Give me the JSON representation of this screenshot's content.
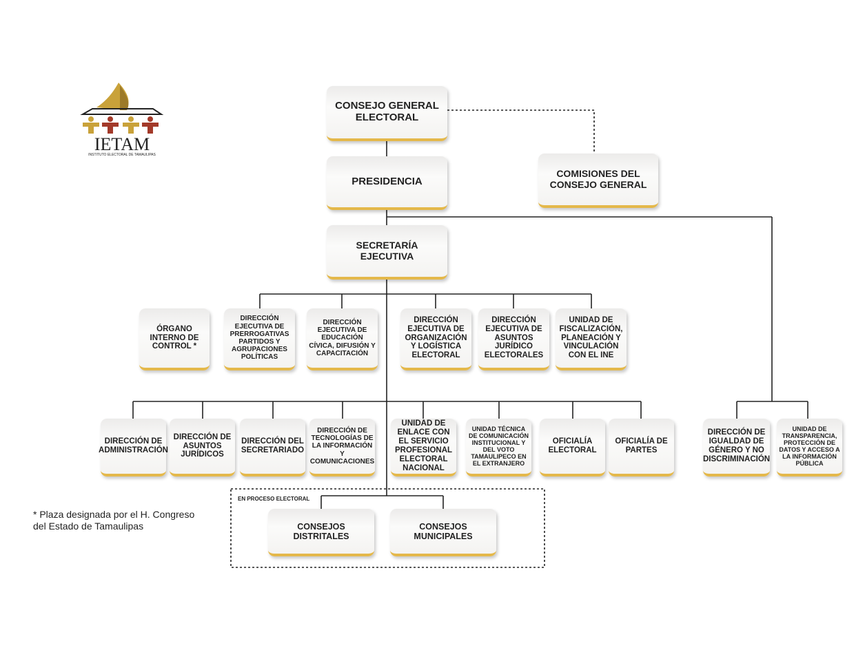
{
  "logo": {
    "name": "IETAM",
    "subtitle": "INSTITUTO ELECTORAL DE TAMAULIPAS",
    "colors": {
      "gold": "#c9a23a",
      "red": "#a33a2a",
      "dark": "#222222"
    }
  },
  "nodes": {
    "consejo": "CONSEJO GENERAL ELECTORAL",
    "presidencia": "PRESIDENCIA",
    "comisiones": "COMISIONES DEL CONSEJO GENERAL",
    "secretaria": "SECRETARÍA EJECUTIVA",
    "row2": [
      "ÓRGANO INTERNO DE CONTROL *",
      "DIRECCIÓN EJECUTIVA DE PRERROGATIVAS PARTIDOS Y AGRUPACIONES POLÍTICAS",
      "DIRECCIÓN EJECUTIVA DE EDUCACIÓN CÍVICA, DIFUSIÓN Y CAPACITACIÓN",
      "DIRECCIÓN EJECUTIVA DE ORGANIZACIÓN Y LOGÍSTICA ELECTORAL",
      "DIRECCIÓN EJECUTIVA DE ASUNTOS JURÍDICO ELECTORALES",
      "UNIDAD DE FISCALIZACIÓN, PLANEACIÓN Y VINCULACIÓN CON EL INE"
    ],
    "row3": [
      "DIRECCIÓN DE ADMINISTRACIÓN",
      "DIRECCIÓN DE ASUNTOS JURÍDICOS",
      "DIRECCIÓN DEL SECRETARIADO",
      "DIRECCIÓN DE TECNOLOGÍAS DE LA INFORMACIÓN Y COMUNICACIONES",
      "UNIDAD DE ENLACE CON EL SERVICIO PROFESIONAL ELECTORAL NACIONAL",
      "UNIDAD TÉCNICA DE COMUNICACIÓN INSTITUCIONAL Y DEL VOTO TAMAULIPECO EN EL EXTRANJERO",
      "OFICIALÍA ELECTORAL",
      "OFICIALÍA DE PARTES"
    ],
    "right": [
      "DIRECCIÓN DE IGUALDAD DE GÉNERO Y NO DISCRIMINACIÓN",
      "UNIDAD DE TRANSPARENCIA, PROTECCIÓN DE DATOS Y ACCESO A LA INFORMACIÓN PÚBLICA"
    ],
    "proceso_label": "EN PROCESO ELECTORAL",
    "proceso": [
      "CONSEJOS DISTRITALES",
      "CONSEJOS MUNICIPALES"
    ]
  },
  "footnote": {
    "line1": "* Plaza designada por el H. Congreso",
    "line2": "del Estado de Tamaulipas"
  }
}
